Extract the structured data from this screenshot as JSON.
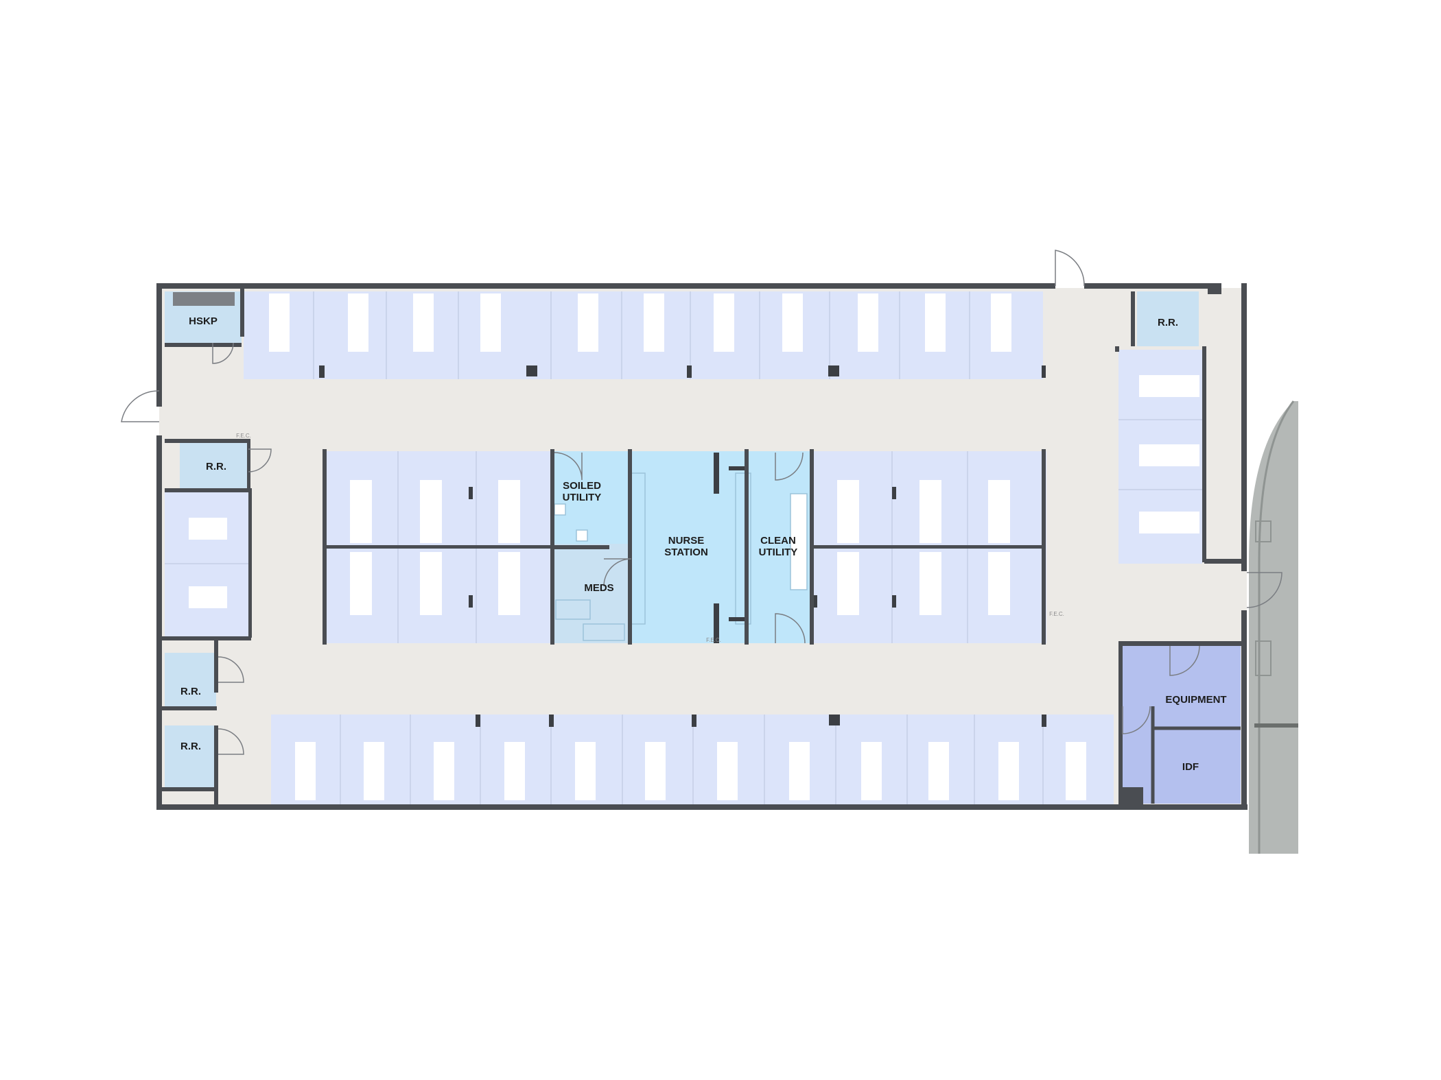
{
  "plan": {
    "colors": {
      "wall": "#4a4d52",
      "corridor": "#eceae6",
      "bay": "#dce4fa",
      "bed": "#ffffff",
      "support_room": "#c9e1f2",
      "nurse_station": "#bfe6fa",
      "equipment_room": "#b4c0ee",
      "exterior": "#b4b8b6"
    },
    "rooms": {
      "hskp": "HSKP",
      "rr": "R.R.",
      "soiled_line1": "SOILED",
      "soiled_line2": "UTILITY",
      "meds": "MEDS",
      "nurse_line1": "NURSE",
      "nurse_line2": "STATION",
      "clean_line1": "CLEAN",
      "clean_line2": "UTILITY",
      "equipment": "EQUIPMENT",
      "idf": "IDF"
    },
    "fec": "F.E.C."
  }
}
